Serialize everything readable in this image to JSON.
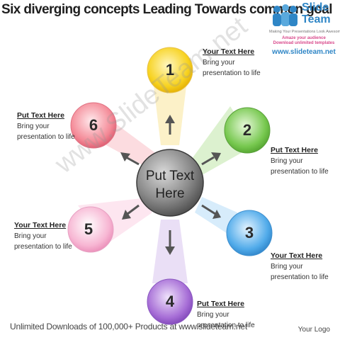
{
  "title": "Six diverging concepts Leading Towards common goal",
  "logo": {
    "name_line1": "Slide",
    "name_line2": "Team",
    "tagline": "Making Your Presentations Look Awesome",
    "amaze": "Amaze your audience",
    "download": "Download unlimited templates",
    "url": "www.slideteam.net"
  },
  "center": {
    "line1": "Put Text",
    "line2": "Here"
  },
  "nodes": [
    {
      "number": "1",
      "color": "#f5c518",
      "heading": "Your Text Here",
      "line1": "Bring your",
      "line2": "presentation to life"
    },
    {
      "number": "2",
      "color": "#6cc24a",
      "heading": "Put Text Here",
      "line1": "Bring your",
      "line2": "presentation to life"
    },
    {
      "number": "3",
      "color": "#3a9ee4",
      "heading": "Your Text Here",
      "line1": "Bring your",
      "line2": "presentation to life"
    },
    {
      "number": "4",
      "color": "#9b5fd0",
      "heading": "Put Text Here",
      "line1": "Bring your",
      "line2": "presentation to life"
    },
    {
      "number": "5",
      "color": "#f59ac0",
      "heading": "Your Text Here",
      "line1": "Bring your",
      "line2": "presentation to life"
    },
    {
      "number": "6",
      "color": "#f06a7a",
      "heading": "Put Text Here",
      "line1": "Bring your",
      "line2": "presentation to life"
    }
  ],
  "watermark": "www.SlideTeam.net",
  "footer": "Unlimited Downloads of 100,000+ Products at www.slideteam.net",
  "your_logo": "Your Logo"
}
